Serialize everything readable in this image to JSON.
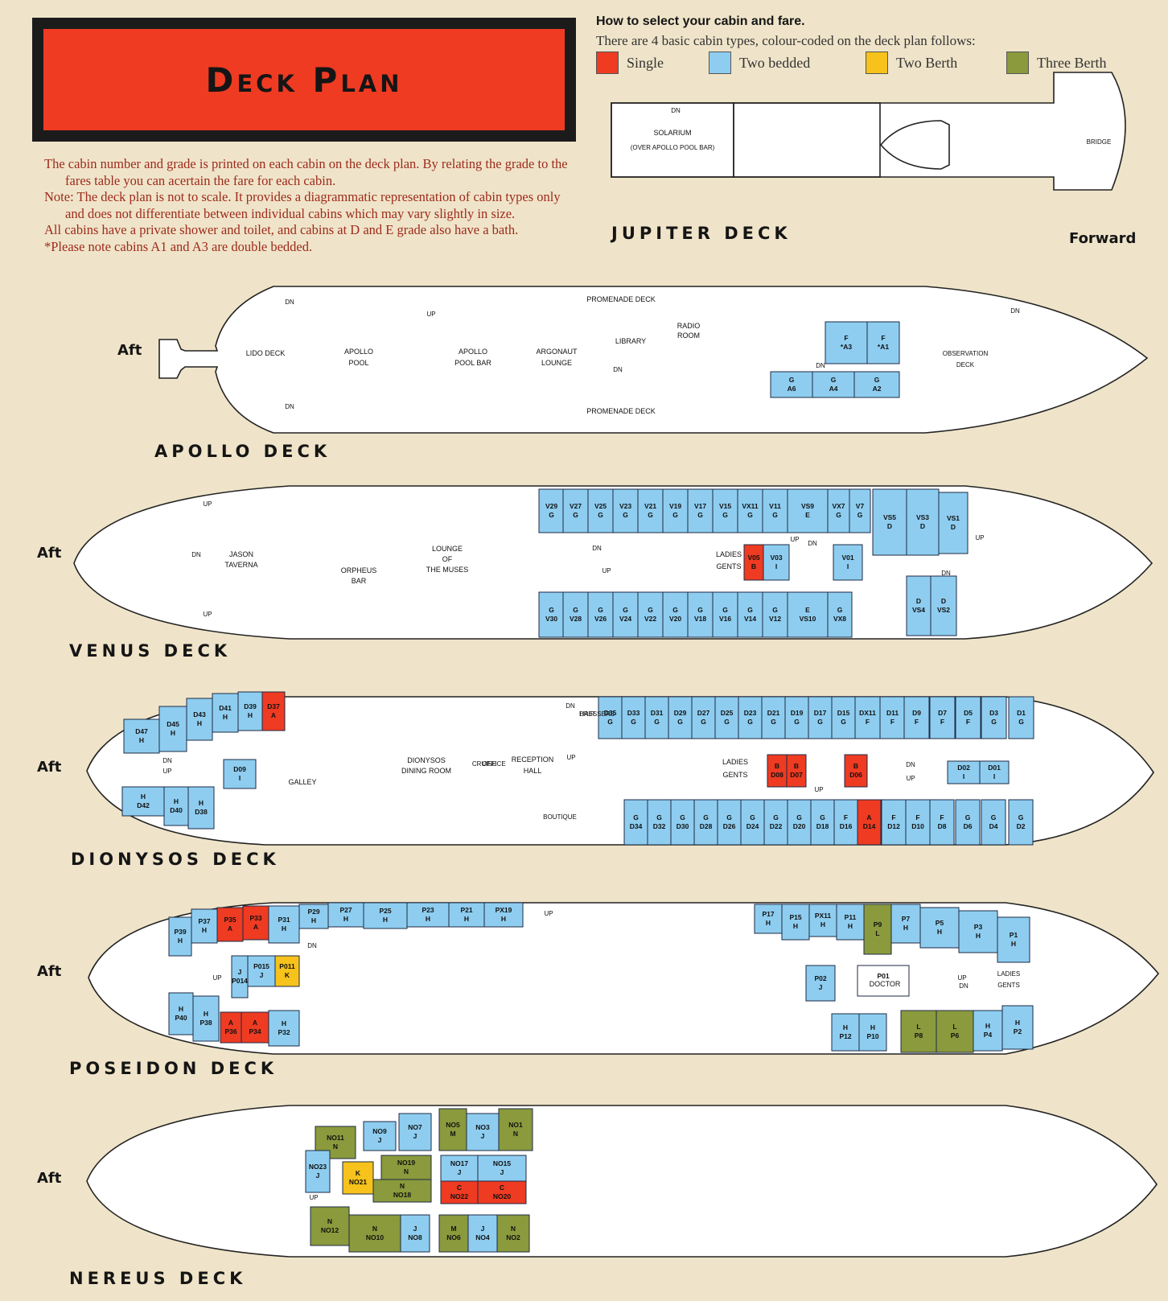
{
  "header": {
    "title": "Deck Plan",
    "select_title": "How to select your cabin and fare.",
    "select_desc": "There are 4 basic cabin types, colour-coded on the deck plan follows:"
  },
  "legend": [
    {
      "label": "Single",
      "color": "#ee3b22"
    },
    {
      "label": "Two bedded",
      "color": "#8ecdf0"
    },
    {
      "label": "Two Berth",
      "color": "#f6c21b"
    },
    {
      "label": "Three Berth",
      "color": "#8a9a3c"
    }
  ],
  "intro": [
    "The cabin number and grade is printed on each cabin on the deck plan. By relating the grade to the fares table you can acertain the fare for each cabin.",
    "Note: The deck plan is not to scale. It provides a diagrammatic representation of cabin types only and does not differentiate between individual cabins which may vary slightly in size.",
    "All cabins have a private shower and toilet, and cabins at D and E grade also have a bath.",
    "*Please note cabins A1 and A3 are double bedded."
  ],
  "labels": {
    "aft": "Aft",
    "forward": "Forward"
  },
  "decks": {
    "jupiter": {
      "name": "JUPITER DECK",
      "rooms": [
        "SOLARIUM",
        "(OVER APOLLO POOL BAR)",
        "BRIDGE",
        "DN"
      ]
    },
    "apollo": {
      "name": "APOLLO DECK",
      "rooms": [
        "LIDO DECK",
        "APOLLO",
        "POOL",
        "APOLLO",
        "POOL BAR",
        "ARGONAUT",
        "LOUNGE",
        "LIBRARY",
        "RADIO",
        "ROOM",
        "PROMENADE DECK",
        "PROMENADE DECK",
        "OBSERVATION",
        "DECK",
        "UP",
        "DN",
        "DN",
        "DN",
        "DN",
        "DN"
      ],
      "cabins": [
        {
          "num": "*A3",
          "grade": "F",
          "type": "two"
        },
        {
          "num": "*A1",
          "grade": "F",
          "type": "two"
        },
        {
          "num": "A6",
          "grade": "G",
          "type": "two"
        },
        {
          "num": "A4",
          "grade": "G",
          "type": "two"
        },
        {
          "num": "A2",
          "grade": "G",
          "type": "two"
        }
      ]
    },
    "venus": {
      "name": "VENUS DECK",
      "rooms": [
        "JASON",
        "TAVERNA",
        "ORPHEUS",
        "BAR",
        "LOUNGE",
        "OF",
        "THE MUSES",
        "LADIES",
        "GENTS",
        "UP",
        "UP",
        "DN",
        "DN",
        "UP",
        "UP",
        "DN",
        "DN",
        "UP"
      ],
      "cabins": [
        {
          "num": "V29",
          "grade": "G",
          "type": "two"
        },
        {
          "num": "V27",
          "grade": "G",
          "type": "two"
        },
        {
          "num": "V25",
          "grade": "G",
          "type": "two"
        },
        {
          "num": "V23",
          "grade": "G",
          "type": "two"
        },
        {
          "num": "V21",
          "grade": "G",
          "type": "two"
        },
        {
          "num": "V19",
          "grade": "G",
          "type": "two"
        },
        {
          "num": "V17",
          "grade": "G",
          "type": "two"
        },
        {
          "num": "V15",
          "grade": "G",
          "type": "two"
        },
        {
          "num": "VX11",
          "grade": "G",
          "type": "two"
        },
        {
          "num": "V11",
          "grade": "G",
          "type": "two"
        },
        {
          "num": "VS9",
          "grade": "E",
          "type": "two"
        },
        {
          "num": "VX7",
          "grade": "G",
          "type": "two"
        },
        {
          "num": "V7",
          "grade": "G",
          "type": "two"
        },
        {
          "num": "VS5",
          "grade": "D",
          "type": "two"
        },
        {
          "num": "VS3",
          "grade": "D",
          "type": "two"
        },
        {
          "num": "VS1",
          "grade": "D",
          "type": "two"
        },
        {
          "num": "V30",
          "grade": "G",
          "type": "two"
        },
        {
          "num": "V28",
          "grade": "G",
          "type": "two"
        },
        {
          "num": "V26",
          "grade": "G",
          "type": "two"
        },
        {
          "num": "V24",
          "grade": "G",
          "type": "two"
        },
        {
          "num": "V22",
          "grade": "G",
          "type": "two"
        },
        {
          "num": "V20",
          "grade": "G",
          "type": "two"
        },
        {
          "num": "V18",
          "grade": "G",
          "type": "two"
        },
        {
          "num": "V16",
          "grade": "G",
          "type": "two"
        },
        {
          "num": "V14",
          "grade": "G",
          "type": "two"
        },
        {
          "num": "V12",
          "grade": "G",
          "type": "two"
        },
        {
          "num": "VS10",
          "grade": "E",
          "type": "two"
        },
        {
          "num": "VX8",
          "grade": "G",
          "type": "two"
        },
        {
          "num": "VS4",
          "grade": "D",
          "type": "two"
        },
        {
          "num": "VS2",
          "grade": "D",
          "type": "two"
        },
        {
          "num": "V05",
          "grade": "B",
          "type": "single"
        },
        {
          "num": "V03",
          "grade": "I",
          "type": "two"
        },
        {
          "num": "V01",
          "grade": "I",
          "type": "two"
        }
      ]
    },
    "dionysos": {
      "name": "DIONYSOS DECK",
      "rooms": [
        "GALLEY",
        "DIONYSOS",
        "DINING ROOM",
        "CRUISE",
        "OFFICE",
        "RECEPTION",
        "HALL",
        "HAIR",
        "DRESSERS",
        "LADIES",
        "GENTS",
        "BOUTIQUE",
        "UP",
        "DN",
        "DN",
        "UP",
        "UP",
        "DN",
        "UP"
      ],
      "cabins": [
        {
          "num": "D47",
          "grade": "H",
          "type": "two"
        },
        {
          "num": "D45",
          "grade": "H",
          "type": "two"
        },
        {
          "num": "D43",
          "grade": "H",
          "type": "two"
        },
        {
          "num": "D41",
          "grade": "H",
          "type": "two"
        },
        {
          "num": "D39",
          "grade": "H",
          "type": "two"
        },
        {
          "num": "D37",
          "grade": "A",
          "type": "single"
        },
        {
          "num": "D42",
          "grade": "H",
          "type": "two"
        },
        {
          "num": "D40",
          "grade": "H",
          "type": "two"
        },
        {
          "num": "D38",
          "grade": "H",
          "type": "two"
        },
        {
          "num": "D09",
          "grade": "I",
          "type": "two"
        },
        {
          "num": "D35",
          "grade": "G",
          "type": "two"
        },
        {
          "num": "D33",
          "grade": "G",
          "type": "two"
        },
        {
          "num": "D31",
          "grade": "G",
          "type": "two"
        },
        {
          "num": "D29",
          "grade": "G",
          "type": "two"
        },
        {
          "num": "D27",
          "grade": "G",
          "type": "two"
        },
        {
          "num": "D25",
          "grade": "G",
          "type": "two"
        },
        {
          "num": "D23",
          "grade": "G",
          "type": "two"
        },
        {
          "num": "D21",
          "grade": "G",
          "type": "two"
        },
        {
          "num": "D19",
          "grade": "G",
          "type": "two"
        },
        {
          "num": "D17",
          "grade": "G",
          "type": "two"
        },
        {
          "num": "D15",
          "grade": "G",
          "type": "two"
        },
        {
          "num": "DX11",
          "grade": "F",
          "type": "two"
        },
        {
          "num": "D11",
          "grade": "F",
          "type": "two"
        },
        {
          "num": "D9",
          "grade": "F",
          "type": "two"
        },
        {
          "num": "D7",
          "grade": "F",
          "type": "two"
        },
        {
          "num": "D5",
          "grade": "F",
          "type": "two"
        },
        {
          "num": "D3",
          "grade": "G",
          "type": "two"
        },
        {
          "num": "D1",
          "grade": "G",
          "type": "two"
        },
        {
          "num": "D34",
          "grade": "G",
          "type": "two"
        },
        {
          "num": "D32",
          "grade": "G",
          "type": "two"
        },
        {
          "num": "D30",
          "grade": "G",
          "type": "two"
        },
        {
          "num": "D28",
          "grade": "G",
          "type": "two"
        },
        {
          "num": "D26",
          "grade": "G",
          "type": "two"
        },
        {
          "num": "D24",
          "grade": "G",
          "type": "two"
        },
        {
          "num": "D22",
          "grade": "G",
          "type": "two"
        },
        {
          "num": "D20",
          "grade": "G",
          "type": "two"
        },
        {
          "num": "D18",
          "grade": "G",
          "type": "two"
        },
        {
          "num": "D16",
          "grade": "F",
          "type": "two"
        },
        {
          "num": "D14",
          "grade": "A",
          "type": "single"
        },
        {
          "num": "D12",
          "grade": "F",
          "type": "two"
        },
        {
          "num": "D10",
          "grade": "F",
          "type": "two"
        },
        {
          "num": "D8",
          "grade": "F",
          "type": "two"
        },
        {
          "num": "D6",
          "grade": "G",
          "type": "two"
        },
        {
          "num": "D4",
          "grade": "G",
          "type": "two"
        },
        {
          "num": "D2",
          "grade": "G",
          "type": "two"
        },
        {
          "num": "D08",
          "grade": "B",
          "type": "single"
        },
        {
          "num": "D07",
          "grade": "B",
          "type": "single"
        },
        {
          "num": "D06",
          "grade": "B",
          "type": "single"
        },
        {
          "num": "D02",
          "grade": "I",
          "type": "two"
        },
        {
          "num": "D01",
          "grade": "I",
          "type": "two"
        }
      ]
    },
    "poseidon": {
      "name": "POSEIDON DECK",
      "rooms": [
        "DOCTOR",
        "LADIES",
        "GENTS",
        "UP",
        "DN",
        "UP",
        "UP",
        "DN"
      ],
      "cabins": [
        {
          "num": "P39",
          "grade": "H",
          "type": "two"
        },
        {
          "num": "P37",
          "grade": "H",
          "type": "two"
        },
        {
          "num": "P35",
          "grade": "A",
          "type": "single"
        },
        {
          "num": "P33",
          "grade": "A",
          "type": "single"
        },
        {
          "num": "P31",
          "grade": "H",
          "type": "two"
        },
        {
          "num": "P29",
          "grade": "H",
          "type": "two"
        },
        {
          "num": "P27",
          "grade": "H",
          "type": "two"
        },
        {
          "num": "P25",
          "grade": "H",
          "type": "two"
        },
        {
          "num": "P23",
          "grade": "H",
          "type": "two"
        },
        {
          "num": "P21",
          "grade": "H",
          "type": "two"
        },
        {
          "num": "PX19",
          "grade": "H",
          "type": "two"
        },
        {
          "num": "P40",
          "grade": "H",
          "type": "two"
        },
        {
          "num": "P38",
          "grade": "H",
          "type": "two"
        },
        {
          "num": "P36",
          "grade": "A",
          "type": "single"
        },
        {
          "num": "P34",
          "grade": "A",
          "type": "single"
        },
        {
          "num": "P32",
          "grade": "H",
          "type": "two"
        },
        {
          "num": "P015",
          "grade": "J",
          "type": "two"
        },
        {
          "num": "P014",
          "grade": "J",
          "type": "two"
        },
        {
          "num": "P011",
          "grade": "K",
          "type": "twoberth"
        },
        {
          "num": "P17",
          "grade": "H",
          "type": "two"
        },
        {
          "num": "P15",
          "grade": "H",
          "type": "two"
        },
        {
          "num": "PX11",
          "grade": "H",
          "type": "two"
        },
        {
          "num": "P11",
          "grade": "H",
          "type": "two"
        },
        {
          "num": "P9",
          "grade": "L",
          "type": "three"
        },
        {
          "num": "P7",
          "grade": "H",
          "type": "two"
        },
        {
          "num": "P5",
          "grade": "H",
          "type": "two"
        },
        {
          "num": "P3",
          "grade": "H",
          "type": "two"
        },
        {
          "num": "P1",
          "grade": "H",
          "type": "two"
        },
        {
          "num": "P02",
          "grade": "J",
          "type": "two"
        },
        {
          "num": "P01",
          "grade": "",
          "type": "room"
        },
        {
          "num": "P12",
          "grade": "H",
          "type": "two"
        },
        {
          "num": "P10",
          "grade": "H",
          "type": "two"
        },
        {
          "num": "P8",
          "grade": "L",
          "type": "three"
        },
        {
          "num": "P6",
          "grade": "L",
          "type": "three"
        },
        {
          "num": "P4",
          "grade": "H",
          "type": "two"
        },
        {
          "num": "P2",
          "grade": "H",
          "type": "two"
        }
      ]
    },
    "nereus": {
      "name": "NEREUS DECK",
      "rooms": [
        "UP"
      ],
      "cabins": [
        {
          "num": "NO11",
          "grade": "N",
          "type": "three"
        },
        {
          "num": "NO9",
          "grade": "J",
          "type": "two"
        },
        {
          "num": "NO7",
          "grade": "J",
          "type": "two"
        },
        {
          "num": "NO5",
          "grade": "M",
          "type": "three"
        },
        {
          "num": "NO3",
          "grade": "J",
          "type": "two"
        },
        {
          "num": "NO1",
          "grade": "N",
          "type": "three"
        },
        {
          "num": "NO23",
          "grade": "J",
          "type": "two"
        },
        {
          "num": "NO21",
          "grade": "K",
          "type": "twoberth"
        },
        {
          "num": "NO19",
          "grade": "N",
          "type": "three"
        },
        {
          "num": "NO18",
          "grade": "N",
          "type": "three"
        },
        {
          "num": "NO17",
          "grade": "J",
          "type": "two"
        },
        {
          "num": "NO15",
          "grade": "J",
          "type": "two"
        },
        {
          "num": "NO22",
          "grade": "C",
          "type": "single"
        },
        {
          "num": "NO20",
          "grade": "C",
          "type": "single"
        },
        {
          "num": "NO12",
          "grade": "N",
          "type": "three"
        },
        {
          "num": "NO10",
          "grade": "N",
          "type": "three"
        },
        {
          "num": "NO8",
          "grade": "J",
          "type": "two"
        },
        {
          "num": "NO6",
          "grade": "M",
          "type": "three"
        },
        {
          "num": "NO4",
          "grade": "J",
          "type": "two"
        },
        {
          "num": "NO2",
          "grade": "N",
          "type": "three"
        }
      ]
    }
  }
}
